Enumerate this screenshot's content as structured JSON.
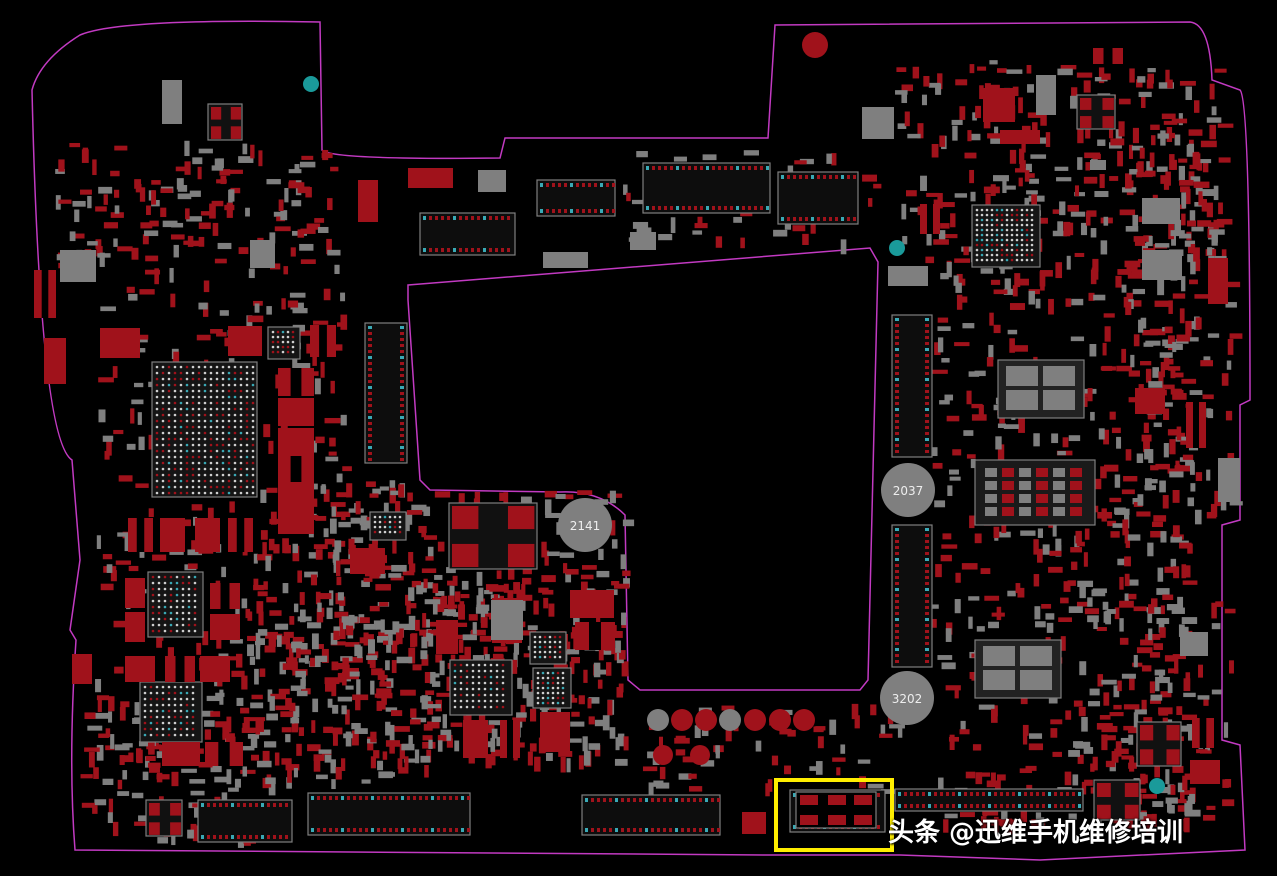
{
  "board": {
    "colors": {
      "background": "#000000",
      "outline": "#c23ac2",
      "pad_red": "#a0121b",
      "pad_grey": "#7f7f7f",
      "pin_cyan": "#3aa9b5",
      "highlight": "#ffee00",
      "fiducial": "#1a9a9a"
    },
    "capacitor_labels": [
      "2141",
      "2037",
      "3202"
    ],
    "highlight_region": "bottom-center connector"
  },
  "watermark": {
    "text": "头条 @迅维手机维修培训"
  }
}
